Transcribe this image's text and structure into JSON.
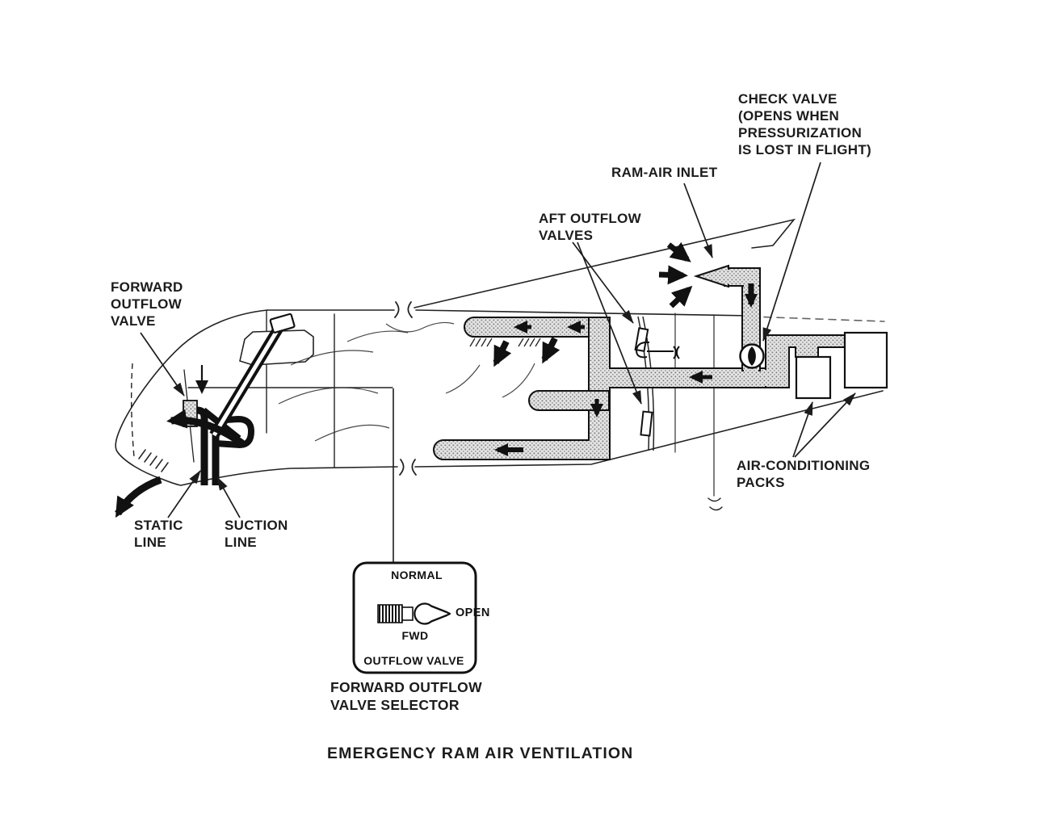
{
  "title": "EMERGENCY RAM AIR VENTILATION",
  "labels": {
    "check_valve": "CHECK VALVE\n(OPENS WHEN\nPRESSURIZATION\nIS LOST IN FLIGHT)",
    "ram_air_inlet": "RAM-AIR INLET",
    "aft_outflow_valves": "AFT OUTFLOW\nVALVES",
    "forward_outflow_valve": "FORWARD\nOUTFLOW\nVALVE",
    "static_line": "STATIC\nLINE",
    "suction_line": "SUCTION\nLINE",
    "air_conditioning_packs": "AIR-CONDITIONING\nPACKS",
    "selector_caption": "FORWARD OUTFLOW\nVALVE SELECTOR"
  },
  "selector_panel": {
    "top_label": "NORMAL",
    "right_label": "OPEN",
    "bottom_label": "FWD",
    "panel_label": "OUTFLOW VALVE"
  },
  "colors": {
    "ink": "#1c1c1c",
    "duct_dot": "#7d7d7d",
    "duct_bg": "#e4e4e4",
    "background": "#ffffff"
  }
}
